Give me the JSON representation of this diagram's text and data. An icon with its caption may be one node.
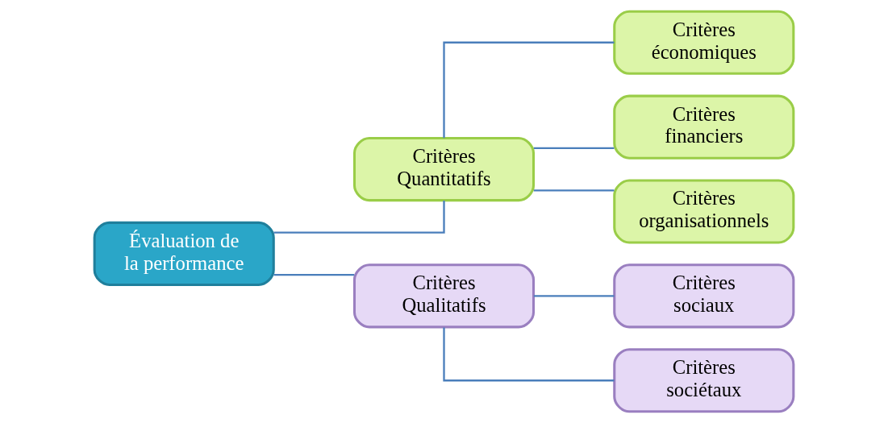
{
  "diagram": {
    "nodes": [
      {
        "text": [
          "Évaluation de la performance"
        ]
      },
      {
        "text": [
          "Critères Quantitatifs"
        ]
      },
      {
        "text": [
          "Critères Qualitatifs"
        ]
      },
      {
        "text": [
          "Critères économiques"
        ]
      },
      {
        "text": [
          "Critères financiers"
        ]
      },
      {
        "text": [
          "Critères organisationnels"
        ]
      },
      {
        "text": [
          "Critères sociaux"
        ]
      },
      {
        "text": [
          "Critères sociétaux"
        ]
      }
    ],
    "edges": [
      {
        "from": 0,
        "to": 1,
        "arrow": "none"
      },
      {
        "from": 0,
        "to": 2,
        "arrow": "none"
      },
      {
        "from": 1,
        "to": 3,
        "arrow": "none"
      },
      {
        "from": 1,
        "to": 4,
        "arrow": "none"
      },
      {
        "from": 1,
        "to": 5,
        "arrow": "none"
      },
      {
        "from": 2,
        "to": 6,
        "arrow": "none"
      },
      {
        "from": 2,
        "to": 7,
        "arrow": "none"
      }
    ]
  }
}
